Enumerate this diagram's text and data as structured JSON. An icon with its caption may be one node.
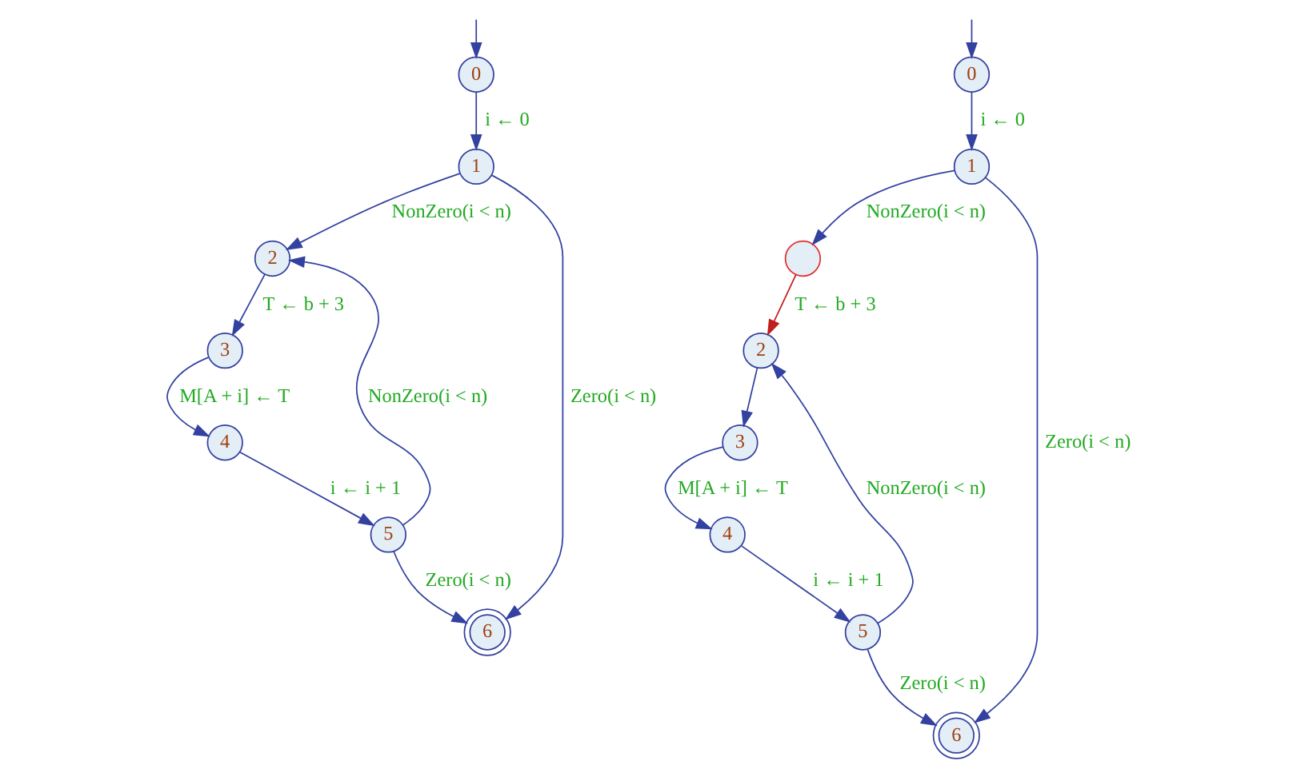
{
  "diagram": {
    "nodes": [
      {
        "text": [
          "0"
        ]
      },
      {
        "text": [
          "1"
        ]
      },
      {
        "text": [
          "2"
        ]
      },
      {
        "text": [
          "3"
        ]
      },
      {
        "text": [
          "4"
        ]
      },
      {
        "text": [
          "5"
        ]
      },
      {
        "text": [
          "6"
        ]
      },
      {
        "text": [
          "0"
        ]
      },
      {
        "text": [
          "1"
        ]
      },
      {
        "text": [],
        "shape": "circle"
      },
      {
        "text": [
          "2"
        ]
      },
      {
        "text": [
          "3"
        ]
      },
      {
        "text": [
          "4"
        ]
      },
      {
        "text": [
          "5"
        ]
      },
      {
        "text": [
          "6"
        ]
      }
    ],
    "edges": [
      {
        "from": null,
        "to": 0,
        "arrow": "to"
      },
      {
        "from": 0,
        "to": 1,
        "arrow": "to",
        "label": "i ← 0"
      },
      {
        "from": 1,
        "to": 2,
        "arrow": "to",
        "label": "NonZero(i < n)"
      },
      {
        "from": 1,
        "to": 6,
        "arrow": "to",
        "label": "Zero(i < n)"
      },
      {
        "from": 2,
        "to": 3,
        "arrow": "to",
        "label": "T ← b + 3"
      },
      {
        "from": 3,
        "to": 4,
        "arrow": "to",
        "label": "M[A + i] ← T"
      },
      {
        "from": 4,
        "to": 5,
        "arrow": "to",
        "label": "i ← i + 1"
      },
      {
        "from": 5,
        "to": 6,
        "arrow": "to",
        "label": "Zero(i < n)"
      },
      {
        "from": 5,
        "to": 2,
        "arrow": "to",
        "label": "NonZero(i < n)"
      },
      {
        "from": null,
        "to": 7,
        "arrow": "to"
      },
      {
        "from": 7,
        "to": 8,
        "arrow": "to",
        "label": "i ← 0"
      },
      {
        "from": 8,
        "to": 9,
        "arrow": "to",
        "label": "NonZero(i < n)"
      },
      {
        "from": 8,
        "to": 14,
        "arrow": "to",
        "label": "Zero(i < n)"
      },
      {
        "from": 9,
        "to": 10,
        "arrow": "to",
        "label": "T ← b + 3",
        "color": "#c02020"
      },
      {
        "from": 10,
        "to": 11,
        "arrow": "to"
      },
      {
        "from": 11,
        "to": 12,
        "arrow": "to",
        "label": "M[A + i] ← T"
      },
      {
        "from": 12,
        "to": 13,
        "arrow": "to",
        "label": "i ← i + 1"
      },
      {
        "from": 13,
        "to": 14,
        "arrow": "to",
        "label": "Zero(i < n)"
      },
      {
        "from": 13,
        "to": 10,
        "arrow": "to",
        "label": "NonZero(i < n)"
      }
    ]
  }
}
